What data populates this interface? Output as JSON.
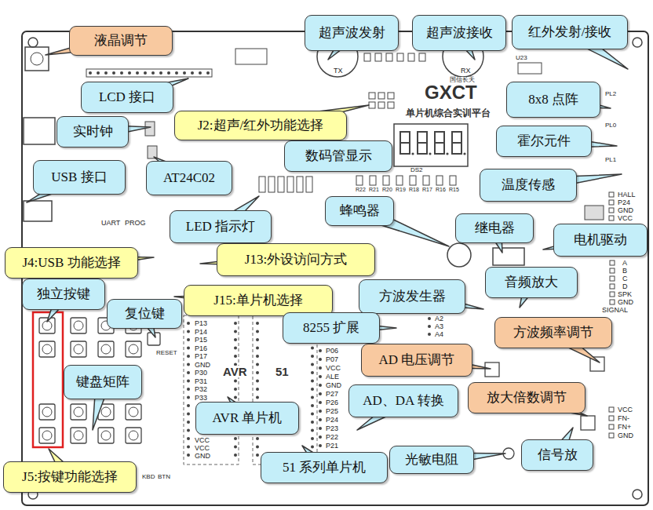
{
  "diagram": {
    "nodes": [
      {
        "text": [
          "超声波发射"
        ]
      },
      {
        "text": [
          "超声波接收"
        ]
      },
      {
        "text": [
          "红外发射/接收"
        ]
      },
      {
        "text": [
          "液晶调节"
        ]
      },
      {
        "text": [
          "8x8 点阵"
        ]
      },
      {
        "text": [
          "LCD 接口"
        ]
      },
      {
        "text": [
          "J2:超声/红外功能选择"
        ]
      },
      {
        "text": [
          "实时钟"
        ]
      },
      {
        "text": [
          "霍尔元件"
        ]
      },
      {
        "text": [
          "数码管显示"
        ]
      },
      {
        "text": [
          "USB 接口"
        ]
      },
      {
        "text": [
          "AT24C02"
        ]
      },
      {
        "text": [
          "温度传感"
        ]
      },
      {
        "text": [
          "蜂鸣器"
        ]
      },
      {
        "text": [
          "LED 指示灯"
        ]
      },
      {
        "text": [
          "继电器"
        ]
      },
      {
        "text": [
          "电机驱动"
        ]
      },
      {
        "text": [
          "J13:外设访问方式"
        ]
      },
      {
        "text": [
          "J4:USB 功能选择"
        ]
      },
      {
        "text": [
          "音频放大"
        ]
      },
      {
        "text": [
          "独立按键"
        ]
      },
      {
        "text": [
          "方波发生器"
        ]
      },
      {
        "text": [
          "J15:单片机选择"
        ]
      },
      {
        "text": [
          "复位键"
        ]
      },
      {
        "text": [
          "8255 扩展"
        ]
      },
      {
        "text": [
          "方波频率调节"
        ]
      },
      {
        "text": [
          "AD 电压调节"
        ]
      },
      {
        "text": [
          "键盘矩阵"
        ]
      },
      {
        "text": [
          "放大倍数调节"
        ]
      },
      {
        "text": [
          "AD、DA 转换"
        ]
      },
      {
        "text": [
          "AVR 单片机"
        ]
      },
      {
        "text": [
          "信号放"
        ]
      },
      {
        "text": [
          "光敏电阻"
        ]
      },
      {
        "text": [
          "51 系列单片机"
        ]
      },
      {
        "text": [
          "J5:按键功能选择"
        ]
      }
    ],
    "labels": [
      "国信长天",
      "GXCT",
      "单片机综合实训平台",
      "TX",
      "RX",
      "AVR",
      "51",
      "RESET",
      "P13",
      "P14",
      "P15",
      "P16",
      "P17",
      "GND",
      "P30",
      "P31",
      "P32",
      "P33",
      "VCC",
      "VCC",
      "GND",
      "P06",
      "P07",
      "VCC",
      "ALE",
      "GND",
      "P27",
      "P26",
      "P25",
      "P24",
      "P23",
      "P22",
      "P21",
      "A2",
      "A3",
      "A4",
      "HALL",
      "P24",
      "GND",
      "VCC",
      "A",
      "B",
      "C",
      "D",
      "SPK",
      "GND",
      "SIGNAL",
      "VCC",
      "FN-",
      "FN+",
      "GND",
      "UART",
      "PROG",
      "KBD",
      "BTN",
      "U23",
      "DS2",
      "R22",
      "R21",
      "R20",
      "R19",
      "R18",
      "R17",
      "R16",
      "R15",
      "PL2",
      "PL0",
      "PL1"
    ]
  }
}
